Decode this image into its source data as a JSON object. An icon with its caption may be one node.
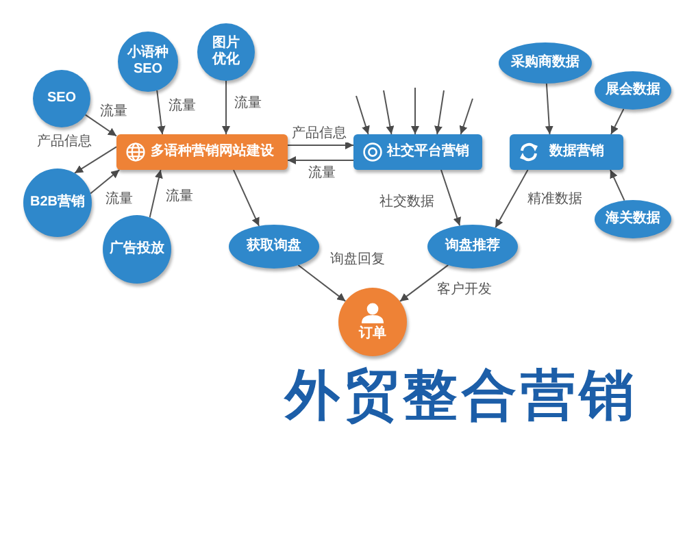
{
  "diagram": {
    "title": "外贸整合营销",
    "nodes": [
      {
        "text": [
          "SEO"
        ]
      },
      {
        "text": [
          "小语种SEO"
        ]
      },
      {
        "text": [
          "图片优化"
        ]
      },
      {
        "text": [
          "采购商数据"
        ]
      },
      {
        "text": [
          "展会数据"
        ]
      },
      {
        "text": [
          "多语种营销网站建设"
        ]
      },
      {
        "text": [
          "社交平台营销"
        ]
      },
      {
        "text": [
          "数据营销"
        ]
      },
      {
        "text": [
          "B2B营销"
        ]
      },
      {
        "text": [
          "海关数据"
        ]
      },
      {
        "text": [
          "广告投放"
        ]
      },
      {
        "text": [
          "获取询盘"
        ]
      },
      {
        "text": [
          "询盘推荐"
        ]
      },
      {
        "text": [
          "订单"
        ]
      }
    ],
    "edges": [
      {
        "from": 0,
        "to": 5,
        "arrow": "to",
        "label": "流量"
      },
      {
        "from": 1,
        "to": 5,
        "arrow": "to",
        "label": "流量"
      },
      {
        "from": 2,
        "to": 5,
        "arrow": "to",
        "label": "流量"
      },
      {
        "from": 5,
        "to": 8,
        "arrow": "to",
        "label": "产品信息"
      },
      {
        "from": 8,
        "to": 5,
        "arrow": "to",
        "label": "流量"
      },
      {
        "from": 10,
        "to": 5,
        "arrow": "to",
        "label": "流量"
      },
      {
        "from": 5,
        "to": 6,
        "arrow": "to",
        "label": "产品信息"
      },
      {
        "from": 6,
        "to": 5,
        "arrow": "to",
        "label": "流量"
      },
      {
        "from": null,
        "to": 6,
        "arrow": "to"
      },
      {
        "from": null,
        "to": 6,
        "arrow": "to"
      },
      {
        "from": null,
        "to": 6,
        "arrow": "to"
      },
      {
        "from": null,
        "to": 6,
        "arrow": "to"
      },
      {
        "from": null,
        "to": 6,
        "arrow": "to"
      },
      {
        "from": 5,
        "to": 11,
        "arrow": "to"
      },
      {
        "from": 6,
        "to": 12,
        "arrow": "to",
        "label": "社交数据"
      },
      {
        "from": 3,
        "to": 7,
        "arrow": "to"
      },
      {
        "from": 4,
        "to": 7,
        "arrow": "to"
      },
      {
        "from": 9,
        "to": 7,
        "arrow": "to"
      },
      {
        "from": 7,
        "to": 12,
        "arrow": "to",
        "label": "精准数据"
      },
      {
        "from": 11,
        "to": 13,
        "arrow": "to",
        "label": "询盘回复"
      },
      {
        "from": 12,
        "to": 13,
        "arrow": "to",
        "label": "客户开发"
      }
    ]
  }
}
